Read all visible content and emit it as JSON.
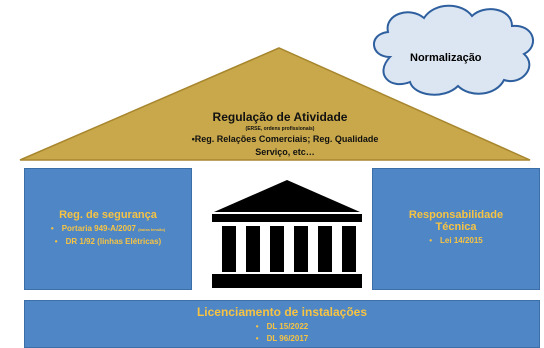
{
  "cloud": {
    "label": "Normalização"
  },
  "roof": {
    "title": "Regulação de Atividade",
    "subtitle": "(ERSE, ordens profissionais)",
    "bullet": "•Reg. Relações Comerciais; Reg. Qualidade Serviço, etc…",
    "bullet_line1": "•Reg. Relações Comerciais; Reg. Qualidade",
    "bullet_line2": "Serviço, etc…"
  },
  "left_box": {
    "title": "Reg. de segurança",
    "items": [
      {
        "text": "Portaria 949-A/2007",
        "note": "(baixa tensão)"
      },
      {
        "text": "DR 1/92 (linhas Elétricas)"
      }
    ]
  },
  "right_box": {
    "title_line1": "Responsabilidade",
    "title_line2": "Técnica",
    "items": [
      {
        "text": "Lei 14/2015"
      }
    ]
  },
  "bottom_box": {
    "title": "Licenciamento de instalações",
    "items": [
      {
        "text": "DL 15/2022"
      },
      {
        "text": "DL 96/2017"
      }
    ]
  },
  "icons": {
    "center": "institution-building-icon",
    "cloud": "cloud-icon"
  },
  "colors": {
    "box_fill": "#4f87c6",
    "box_text": "#f6c343",
    "roof_fill": "#c8a84a",
    "dark": "#000000"
  }
}
